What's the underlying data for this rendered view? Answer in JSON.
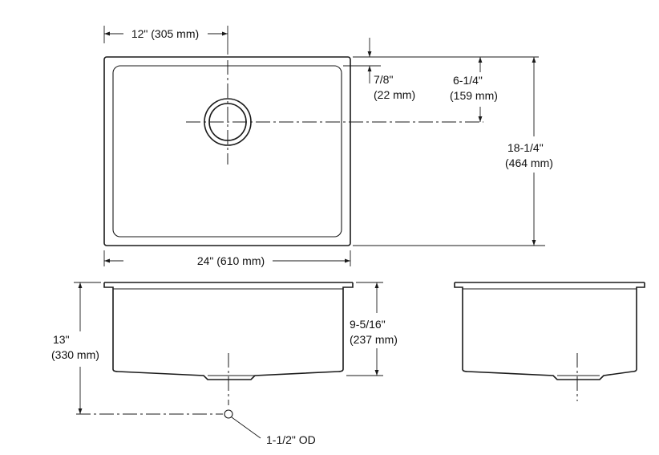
{
  "dimensions": {
    "drain_offset": "12\" (305 mm)",
    "rim_to_drain_in": "7/8\"",
    "rim_to_drain_mm": "(22 mm)",
    "drain_from_back_in": "6-1/4\"",
    "drain_from_back_mm": "(159 mm)",
    "depth_in": "18-1/4\"",
    "depth_mm": "(464 mm)",
    "width": "24\" (610 mm)",
    "total_height_in": "13\"",
    "total_height_mm": "(330 mm)",
    "bowl_depth_in": "9-5/16\"",
    "bowl_depth_mm": "(237 mm)",
    "drain_outlet": "1-1/2\" OD"
  },
  "colors": {
    "line": "#1a1a1a",
    "background": "#ffffff"
  }
}
